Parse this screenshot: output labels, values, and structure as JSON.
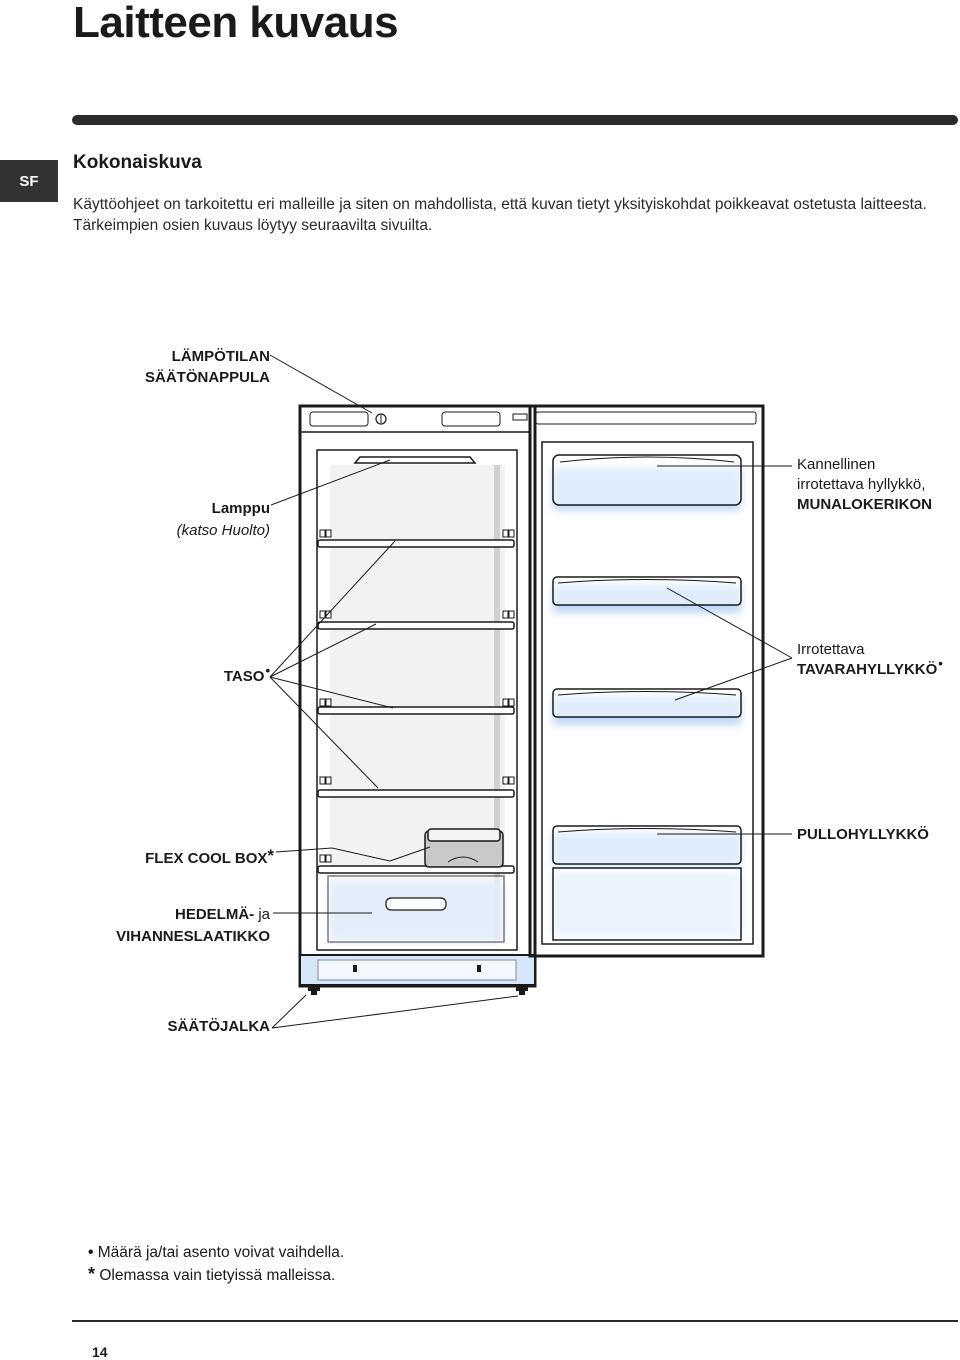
{
  "header": {
    "title": "Laitteen kuvaus",
    "lang_tab": "SF"
  },
  "section": {
    "title": "Kokonaiskuva",
    "intro": "Käyttöohjeet on tarkoitettu eri malleille ja siten on mahdollista, että kuvan tietyt yksityiskohdat poikkeavat ostetusta laitteesta. Tärkeimpien osien kuvaus löytyy seuraavilta sivuilta."
  },
  "labels": {
    "thermostat_line1": "LÄMPÖTILAN",
    "thermostat_line2": "SÄÄTÖNAPPULA",
    "lamp_line1": "Lamppu",
    "lamp_line2": "(katso Huolto)",
    "egg_line1": "Kannellinen",
    "egg_line2": "irrotettava hyllykkö,",
    "egg_line3": "MUNALOKERIKON",
    "shelf": "TASO",
    "door_shelf_line1": "Irrotettava",
    "door_shelf_line2": "TAVARAHYLLYKKÖ",
    "flex_cool_box": "FLEX COOL BOX",
    "bottle_shelf": "PULLOHYLLYKKÖ",
    "crisper_line1_bold": "HEDELMÄ-",
    "crisper_line1_rest": " ja",
    "crisper_line2": "VIHANNESLAATIKKO",
    "feet": "SÄÄTÖJALKA"
  },
  "marks": {
    "bullet": "•",
    "asterisk": "*"
  },
  "footnotes": {
    "bullet": "Määrä ja/tai asento voivat vaihdella.",
    "asterisk": "Olemassa vain tietyissä malleissa."
  },
  "footer": {
    "page_number": "14"
  },
  "colors": {
    "ink": "#1a1a1a",
    "glow": "#bcd8f6",
    "rule": "#2b2b2b"
  }
}
